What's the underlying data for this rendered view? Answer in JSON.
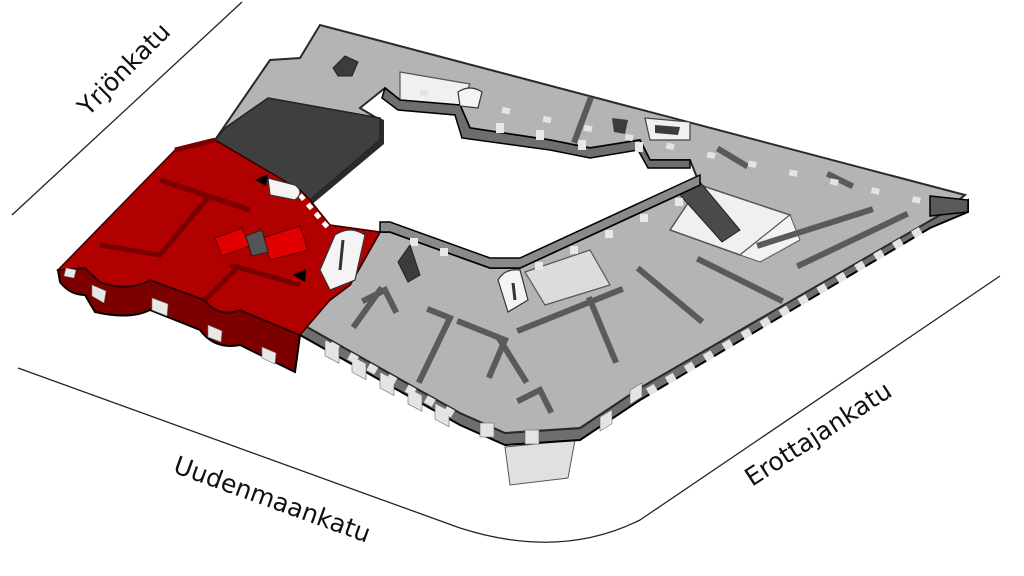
{
  "diagram": {
    "type": "axonometric-floor-plan",
    "streets": [
      {
        "id": "yrjonkatu",
        "label": "Yrjönkatu"
      },
      {
        "id": "uudenmaankatu",
        "label": "Uudenmaankatu"
      },
      {
        "id": "erottajankatu",
        "label": "Erottajankatu"
      }
    ],
    "highlight": {
      "name": "highlighted-section",
      "color": "#b10000",
      "color_dark": "#7d0000",
      "color_bright": "#e00000"
    },
    "colors": {
      "floor": "#b4b4b4",
      "floor_light": "#c8c8c8",
      "wall_side": "#6e6e6e",
      "wall_dark": "#3c3c3c",
      "roof_dark": "#404040",
      "window": "#e8e8e8",
      "outline": "#000000"
    }
  }
}
